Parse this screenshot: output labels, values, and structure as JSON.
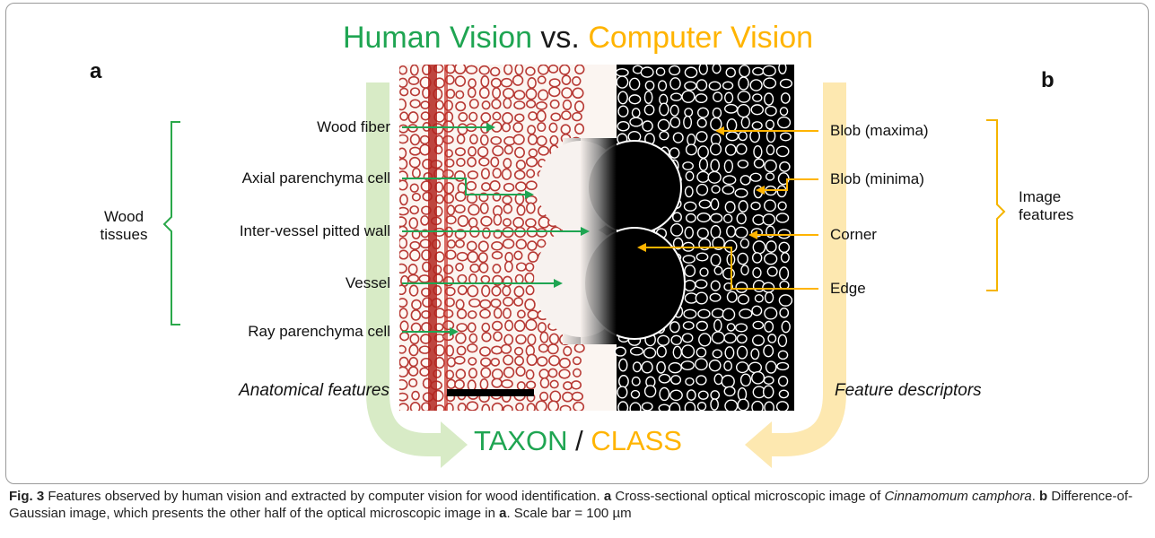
{
  "title": {
    "human": "Human Vision",
    "vs": " vs. ",
    "computer": "Computer Vision"
  },
  "panels": {
    "a": "a",
    "b": "b"
  },
  "left_labels": {
    "wood_fiber": "Wood fiber",
    "axial": "Axial parenchyma cell",
    "inter_vessel": "Inter-vessel pitted wall",
    "vessel": "Vessel",
    "ray": "Ray parenchyma cell"
  },
  "right_labels": {
    "blob_max": "Blob (maxima)",
    "blob_min": "Blob (minima)",
    "corner": "Corner",
    "edge": "Edge"
  },
  "left_group": {
    "line1": "Wood",
    "line2": "tissues"
  },
  "right_group": {
    "line1": "Image",
    "line2": "features"
  },
  "anatomical": "Anatomical features",
  "descriptors": "Feature descriptors",
  "bottom": {
    "taxon": "TAXON",
    "slash": " / ",
    "class": "CLASS"
  },
  "caption": {
    "fig": "Fig. 3",
    "text1": " Features observed by human vision and extracted by computer vision for wood identification. ",
    "a": "a",
    "text2": " Cross-sectional optical microscopic image of ",
    "species": "Cinnamomum camphora",
    "text3": ". ",
    "b": "b",
    "text4": " Difference-of-Gaussian image, which presents the other half of the optical microscopic image in ",
    "a2": "a",
    "text5": ". Scale bar = 100 µm"
  },
  "colors": {
    "green": "#1fa552",
    "orange": "#ffb400",
    "green_band": "#d8ebc6",
    "orange_band": "#fde8b0",
    "bracket_green": "#2aa84a",
    "bracket_orange": "#f5b400"
  }
}
